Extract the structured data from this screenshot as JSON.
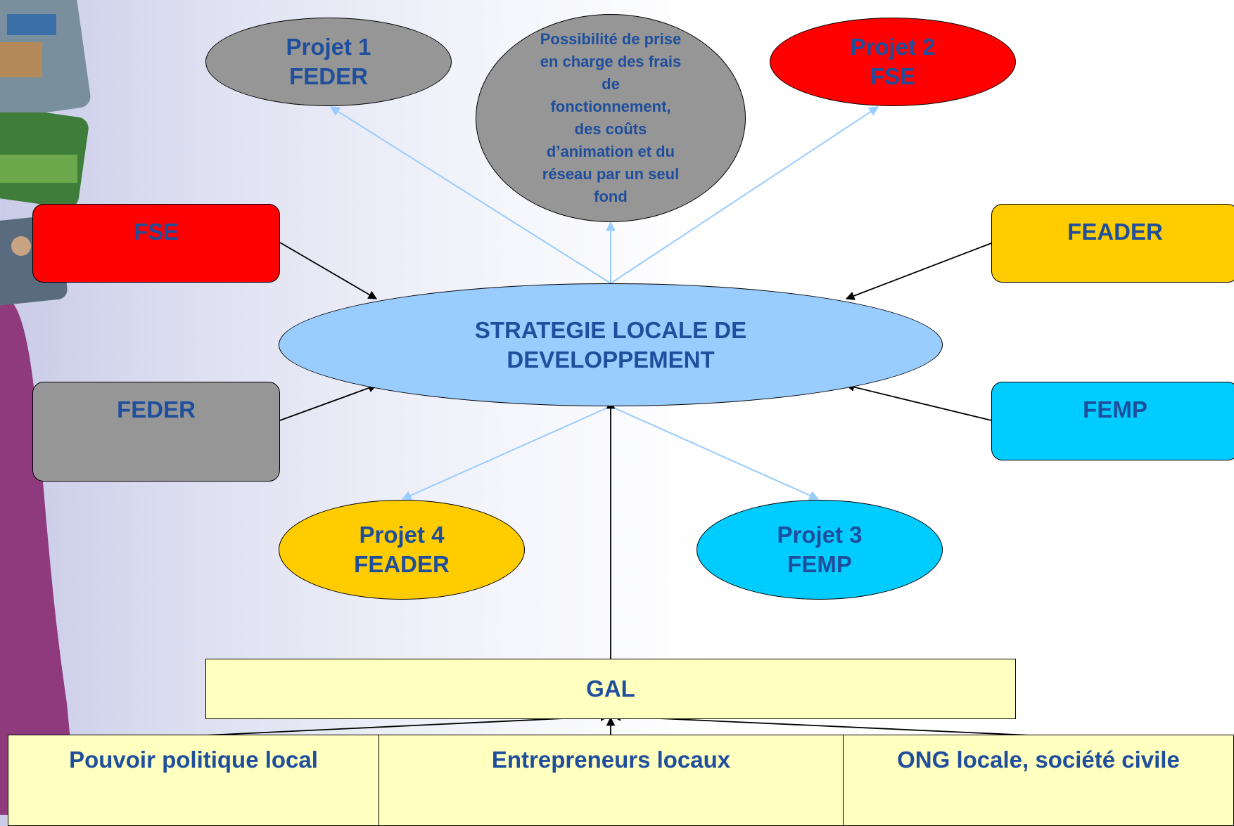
{
  "center": {
    "line1": "STRATEGIE LOCALE DE",
    "line2": "DEVELOPPEMENT"
  },
  "projects": {
    "p1": {
      "line1": "Projet 1",
      "line2": "FEDER"
    },
    "p2": {
      "line1": "Projet 2",
      "line2": "FSE"
    },
    "p3": {
      "line1": "Projet 3",
      "line2": "FEMP"
    },
    "p4": {
      "line1": "Projet 4",
      "line2": "FEADER"
    }
  },
  "operating_costs": {
    "lines": [
      "Possibilité de prise",
      "en charge des frais",
      "de",
      "fonctionnement,",
      "des coûts",
      "d’animation et du",
      "réseau par un seul",
      "fond"
    ]
  },
  "funds": {
    "fse": "FSE",
    "feder": "FEDER",
    "feader": "FEADER",
    "femp": "FEMP"
  },
  "gal": "GAL",
  "stakeholders": [
    "Pouvoir politique local",
    "Entrepreneurs locaux",
    "ONG locale, société civile"
  ],
  "colors": {
    "red": "#ff0000",
    "grey": "#969696",
    "yellow": "#ffcc00",
    "cyan": "#00ccff",
    "light_blue": "#99ccff",
    "pale_yellow": "#ffffc0",
    "text_blue": "#1f4e9c",
    "arrow_blue": "#99ccff"
  }
}
